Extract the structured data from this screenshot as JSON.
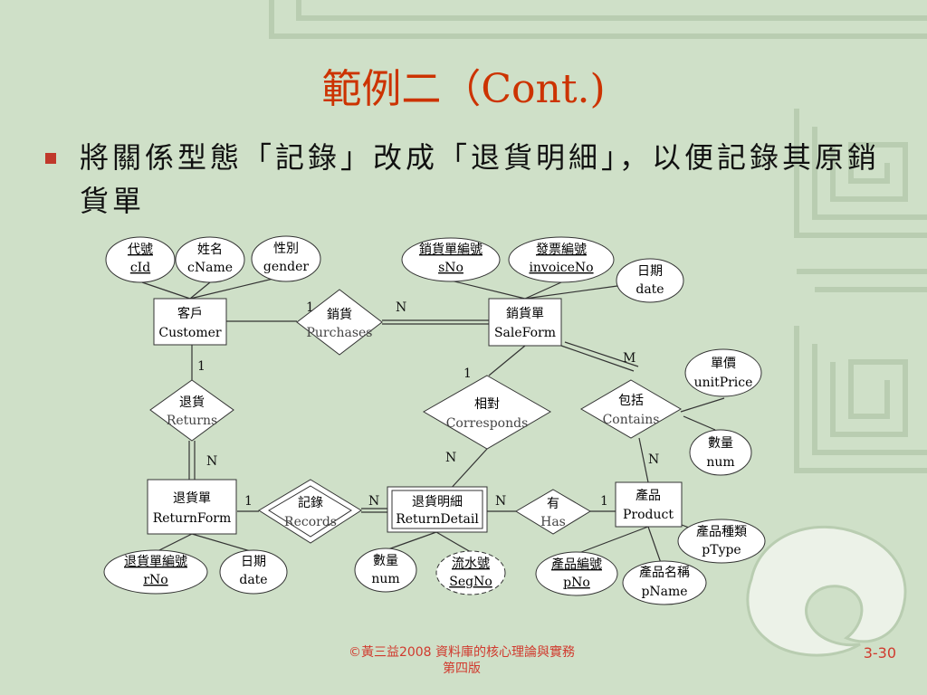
{
  "slide": {
    "title": "範例二（Cont.)",
    "bullet": "將關係型態「記錄」改成「退貨明細」，以便記錄其原銷貨單",
    "footer_line1": "©黃三益2008 資料庫的核心理論與實務",
    "footer_line2": "第四版",
    "page_number": "3-30"
  },
  "er": {
    "entities": {
      "customer": {
        "zh": "客戶",
        "en": "Customer"
      },
      "saleform": {
        "zh": "銷貨單",
        "en": "SaleForm"
      },
      "returnform": {
        "zh": "退貨單",
        "en": "ReturnForm"
      },
      "returndetail": {
        "zh": "退貨明細",
        "en": "ReturnDetail"
      },
      "product": {
        "zh": "產品",
        "en": "Product"
      }
    },
    "relationships": {
      "purchases": {
        "zh": "銷貨",
        "en": "Purchases"
      },
      "returns": {
        "zh": "退貨",
        "en": "Returns"
      },
      "corresponds": {
        "zh": "相對",
        "en": "Corresponds"
      },
      "contains": {
        "zh": "包括",
        "en": "Contains"
      },
      "records": {
        "zh": "記錄",
        "en": "Records"
      },
      "has": {
        "zh": "有",
        "en": "Has"
      }
    },
    "attributes": {
      "cid": {
        "zh": "代號",
        "en": "cId"
      },
      "cname": {
        "zh": "姓名",
        "en": "cName"
      },
      "gender": {
        "zh": "性別",
        "en": "gender"
      },
      "sno": {
        "zh": "銷貨單編號",
        "en": "sNo"
      },
      "invoiceno": {
        "zh": "發票編號",
        "en": "invoiceNo"
      },
      "sale_date": {
        "zh": "日期",
        "en": "date"
      },
      "unitprice": {
        "zh": "單價",
        "en": "unitPrice"
      },
      "contains_num": {
        "zh": "數量",
        "en": "num"
      },
      "ptype": {
        "zh": "產品種類",
        "en": "pType"
      },
      "rno": {
        "zh": "退貨單編號",
        "en": "rNo"
      },
      "return_date": {
        "zh": "日期",
        "en": "date"
      },
      "detail_num": {
        "zh": "數量",
        "en": "num"
      },
      "segno": {
        "zh": "流水號",
        "en": "SegNo"
      },
      "pno": {
        "zh": "產品編號",
        "en": "pNo"
      },
      "pname": {
        "zh": "產品名稱",
        "en": "pName"
      }
    },
    "cardinalities": {
      "purchases_customer": "1",
      "purchases_saleform": "N",
      "contains_saleform": "M",
      "contains_product": "N",
      "corresponds_saleform": "1",
      "corresponds_detail": "N",
      "returns_customer": "1",
      "returns_returnform": "N",
      "records_returnform": "1",
      "records_detail": "N",
      "has_detail": "N",
      "has_product": "1"
    }
  },
  "colors": {
    "background": "#cfe0c8",
    "title": "#cc3300",
    "bullet_marker": "#c0392b",
    "footer": "#d03a2e"
  }
}
